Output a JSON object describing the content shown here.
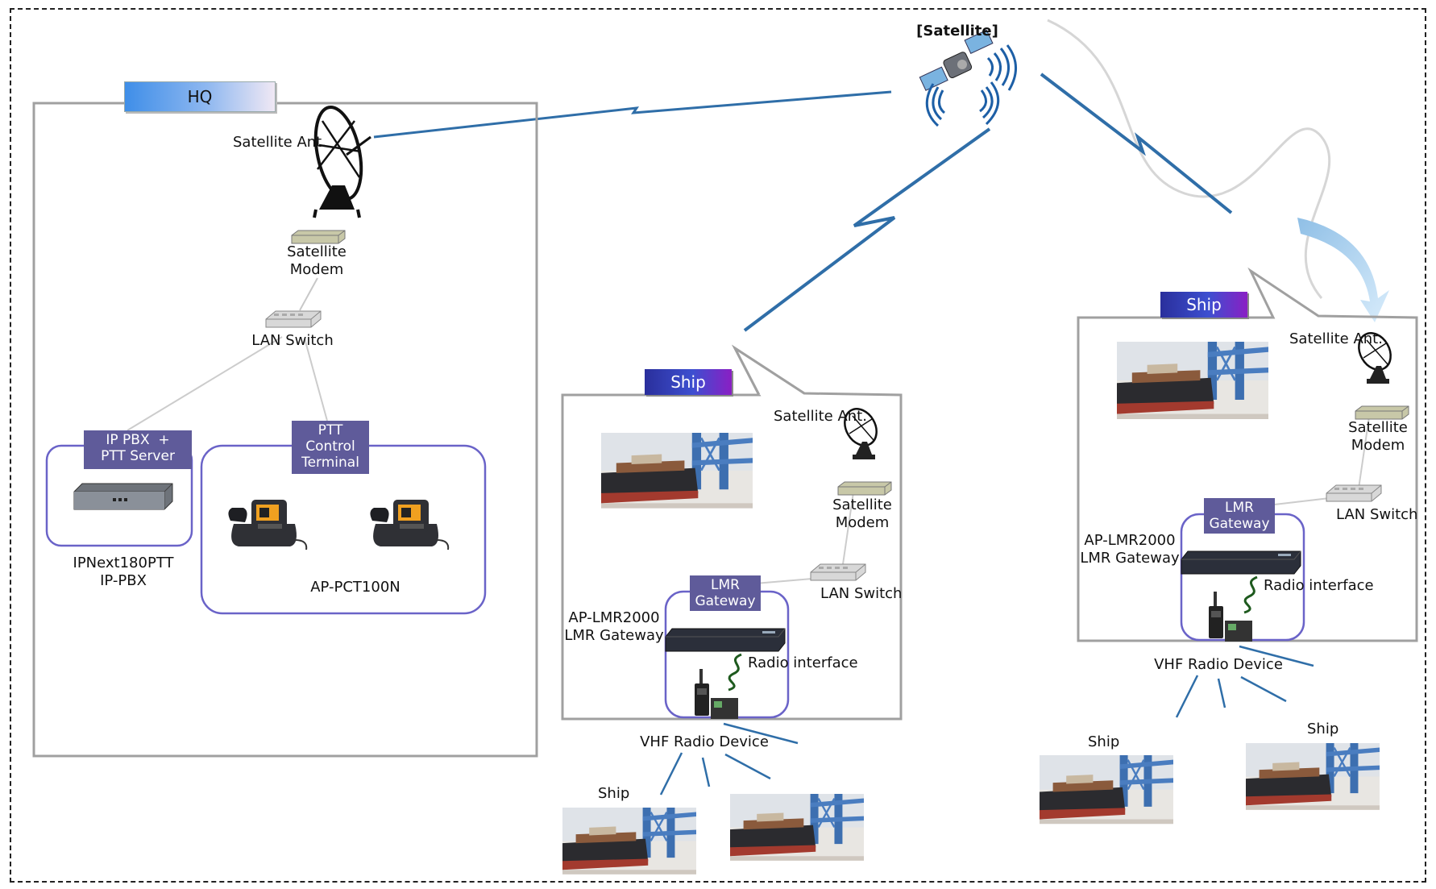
{
  "title": "[Satellite]",
  "hq": {
    "label": "HQ",
    "satellite_ant": "Satellite Ant.",
    "satellite_modem": "Satellite\nModem",
    "lan_switch": "LAN Switch",
    "ip_pbx_tag": "IP PBX  +\nPTT Server",
    "ptt_tag": "PTT\nControl\nTerminal",
    "ip_pbx_name": "IPNext180PTT\nIP-PBX",
    "terminal_name": "AP-PCT100N"
  },
  "ship_a": {
    "label": "Ship",
    "satellite_ant": "Satellite Ant.",
    "satellite_modem": "Satellite\nModem",
    "lan_switch": "LAN Switch",
    "lmr_tag": "LMR\nGateway",
    "gateway_name": "AP-LMR2000\nLMR Gateway",
    "radio_interface": "Radio interface",
    "vhf": "VHF Radio Device",
    "remote_ship": "Ship"
  },
  "ship_b": {
    "label": "Ship",
    "satellite_ant": "Satellite Ant.",
    "satellite_modem": "Satellite\nModem",
    "lan_switch": "LAN Switch",
    "lmr_tag": "LMR\nGateway",
    "gateway_name": "AP-LMR2000\nLMR Gateway",
    "radio_interface": "Radio interface",
    "vhf": "VHF Radio Device",
    "remote_ship_1": "Ship",
    "remote_ship_2": "Ship"
  },
  "colors": {
    "link": "#2f6ea8",
    "group_border": "#6a63c8",
    "box_border": "#a0a0a0",
    "tag_bg": "#5f5b9a"
  },
  "icons": [
    "satellite-icon",
    "satellite-dish-icon",
    "modem-icon",
    "switch-icon",
    "server-icon",
    "phone-icon",
    "ship-photo",
    "radio-icon"
  ]
}
